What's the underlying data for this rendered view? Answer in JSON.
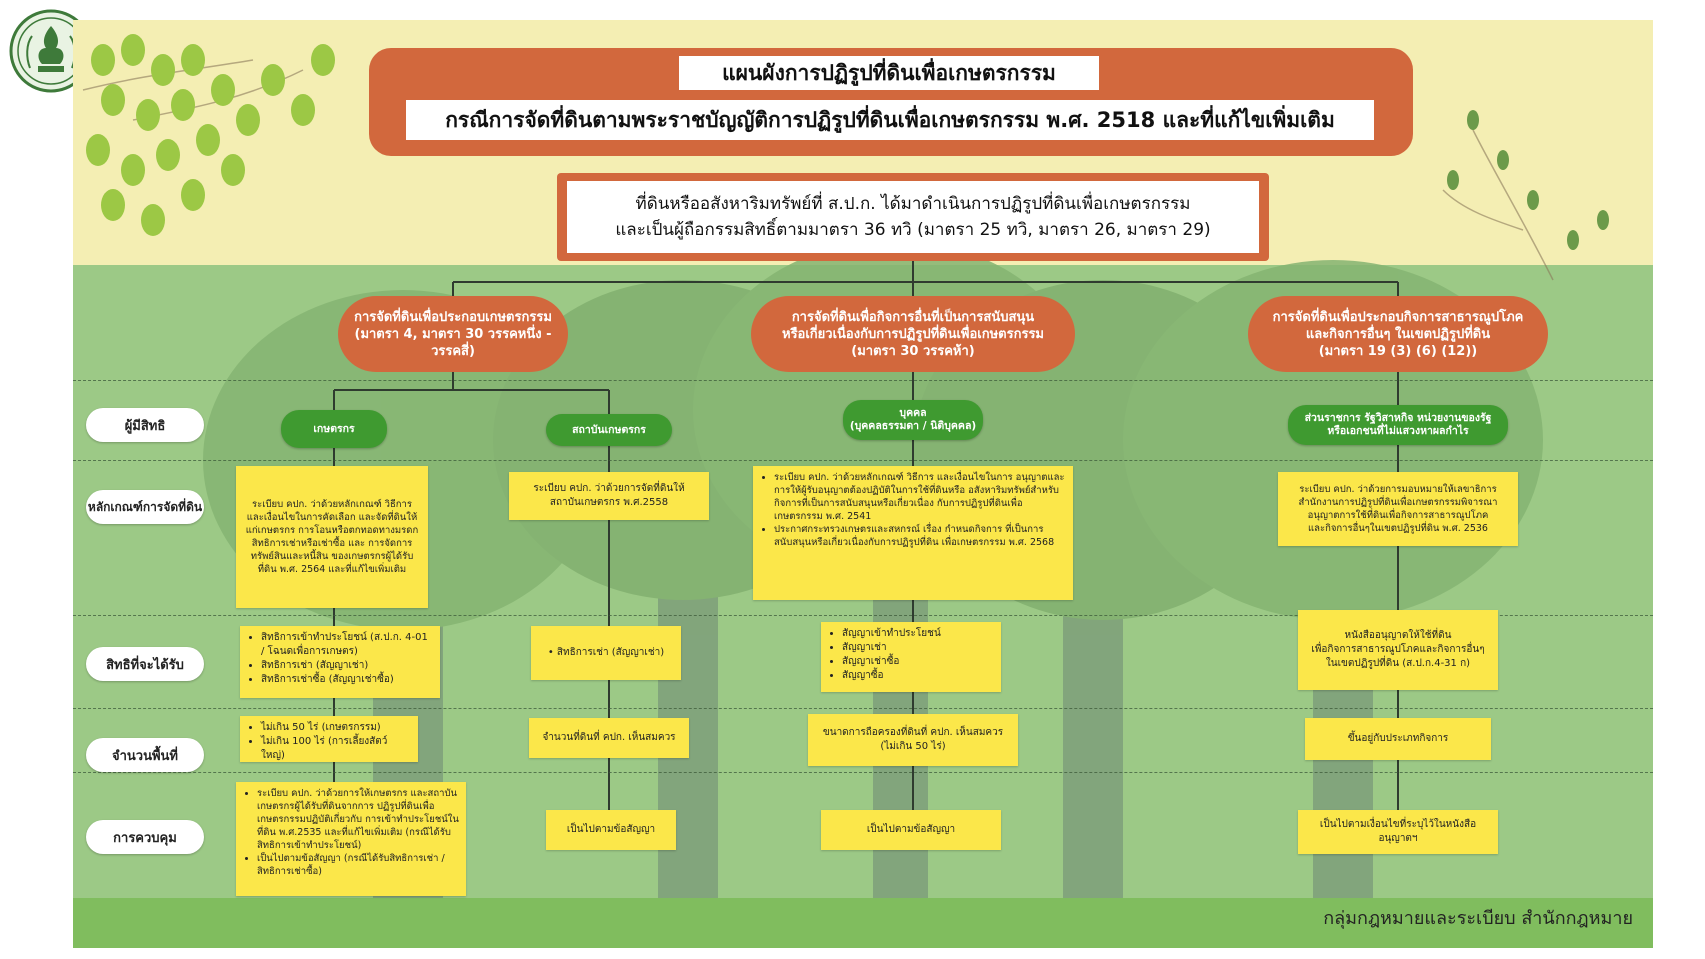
{
  "title_line1": "แผนผังการปฏิรูปที่ดินเพื่อเกษตรกรรม",
  "title_line2": "กรณีการจัดที่ดินตามพระราชบัญญัติการปฏิรูปที่ดินเพื่อเกษตรกรรม พ.ศ. 2518 และที่แก้ไขเพิ่มเติม",
  "source_line1": "ที่ดินหรืออสังหาริมทรัพย์ที่ ส.ป.ก. ได้มาดำเนินการปฏิรูปที่ดินเพื่อเกษตรกรรม",
  "source_line2": "และเป็นผู้ถือกรรมสิทธิ์ตามมาตรา 36 ทวิ (มาตรา 25 ทวิ, มาตรา 26, มาตรา 29)",
  "categories": [
    {
      "label": "การจัดที่ดินเพื่อประกอบเกษตรกรรม\n(มาตรา 4, มาตรา 30 วรรคหนึ่ง - วรรคสี่)"
    },
    {
      "label": "การจัดที่ดินเพื่อกิจการอื่นที่เป็นการสนับสนุน\nหรือเกี่ยวเนื่องกับการปฏิรูปที่ดินเพื่อเกษตรกรรม\n(มาตรา 30 วรรคห้า)"
    },
    {
      "label": "การจัดที่ดินเพื่อประกอบกิจการสาธารณูปโภค\nและกิจการอื่นๆ ในเขตปฏิรูปที่ดิน\n(มาตรา 19 (3) (6) (12))"
    }
  ],
  "row_labels": [
    "ผู้มีสิทธิ",
    "หลักเกณฑ์การจัดที่ดิน",
    "สิทธิที่จะได้รับ",
    "จำนวนพื้นที่",
    "การควบคุม"
  ],
  "columns": [
    {
      "recipient": "เกษตรกร",
      "criteria": "ระเบียบ คปก. ว่าด้วยหลักเกณฑ์ วิธีการ และเงื่อนไขในการคัดเลือก และจัดที่ดินให้แก่เกษตรกร การโอนหรือตกทอดทางมรดก สิทธิการเช่าหรือเช่าซื้อ และ การจัดการทรัพย์สินและหนี้สิน ของเกษตรกรผู้ได้รับที่ดิน พ.ศ. 2564 และที่แก้ไขเพิ่มเติม",
      "rights": [
        "สิทธิการเข้าทำประโยชน์ (ส.ป.ก. 4-01 / โฉนดเพื่อการเกษตร)",
        "สิทธิการเช่า (สัญญาเช่า)",
        "สิทธิการเช่าซื้อ (สัญญาเช่าซื้อ)"
      ],
      "area": [
        "ไม่เกิน 50 ไร่ (เกษตรกรรม)",
        "ไม่เกิน 100 ไร่ (การเลี้ยงสัตว์ใหญ่)"
      ],
      "control": [
        "ระเบียบ คปก. ว่าด้วยการให้เกษตรกร และสถาบันเกษตรกรผู้ได้รับที่ดินจากการ ปฏิรูปที่ดินเพื่อเกษตรกรรมปฏิบัติเกี่ยวกับ การเข้าทำประโยชน์ในที่ดิน พ.ศ.2535 และที่แก้ไขเพิ่มเติม (กรณีได้รับสิทธิการเข้าทำประโยชน์)",
        "เป็นไปตามข้อสัญญา (กรณีได้รับสิทธิการเช่า / สิทธิการเช่าซื้อ)"
      ]
    },
    {
      "recipient": "สถาบันเกษตรกร",
      "criteria": "ระเบียบ คปก. ว่าด้วยการจัดที่ดินให้\nสถาบันเกษตรกร พ.ศ.2558",
      "rights": [
        "สิทธิการเช่า (สัญญาเช่า)"
      ],
      "area": "จำนวนที่ดินที่ คปก. เห็นสมควร",
      "control": "เป็นไปตามข้อสัญญา"
    },
    {
      "recipient": "บุคคล\n(บุคคลธรรมดา / นิติบุคคล)",
      "criteria": [
        "ระเบียบ คปก. ว่าด้วยหลักเกณฑ์ วิธีการ และเงื่อนไขในการ อนุญาตและการให้ผู้รับอนุญาตต้องปฏิบัติในการใช้ที่ดินหรือ อสังหาริมทรัพย์สำหรับกิจการที่เป็นการสนับสนุนหรือเกี่ยวเนื่อง กับการปฏิรูปที่ดินเพื่อเกษตรกรรม พ.ศ. 2541",
        "ประกาศกระทรวงเกษตรและสหกรณ์ เรื่อง กำหนดกิจการ ที่เป็นการสนับสนุนหรือเกี่ยวเนื่องกับการปฏิรูปที่ดิน เพื่อเกษตรกรรม พ.ศ. 2568"
      ],
      "rights": [
        "สัญญาเข้าทำประโยชน์",
        "สัญญาเช่า",
        "สัญญาเช่าซื้อ",
        "สัญญาซื้อ"
      ],
      "area": "ขนาดการถือครองที่ดินที่ คปก. เห็นสมควร\n(ไม่เกิน 50 ไร่)",
      "control": "เป็นไปตามข้อสัญญา"
    },
    {
      "recipient": "ส่วนราชการ รัฐวิสาหกิจ หน่วยงานของรัฐ\nหรือเอกชนที่ไม่แสวงหาผลกำไร",
      "criteria": "ระเบียบ คปก. ว่าด้วยการมอบหมายให้เลขาธิการ\nสำนักงานการปฏิรูปที่ดินเพื่อเกษตรกรรมพิจารณา\nอนุญาตการใช้ที่ดินเพื่อกิจการสาธารณูปโภค\nและกิจการอื่นๆในเขตปฏิรูปที่ดิน พ.ศ. 2536",
      "rights": "หนังสืออนุญาตให้ใช้ที่ดิน\nเพื่อกิจการสาธารณูปโภคและกิจการอื่นๆ\nในเขตปฏิรูปที่ดิน (ส.ป.ก.4-31 ก)",
      "area": "ขึ้นอยู่กับประเภทกิจการ",
      "control": "เป็นไปตามเงื่อนไขที่ระบุไว้ในหนังสือ\nอนุญาตฯ"
    }
  ],
  "footer": "กลุ่มกฎหมายและระเบียบ สำนักกฎหมาย",
  "colors": {
    "orange": "#d2683d",
    "green": "#3f9a30",
    "yellow": "#fbe74a",
    "background": "#9cc986",
    "top_band": "#f4eeb3"
  }
}
